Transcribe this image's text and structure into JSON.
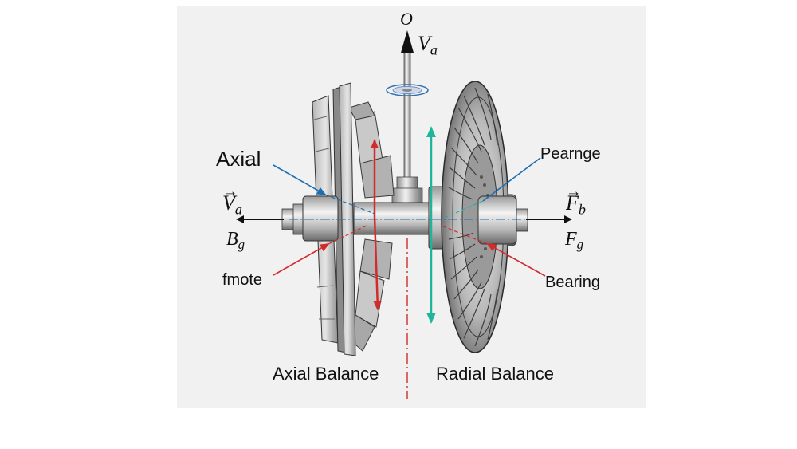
{
  "labels": {
    "top_point": "O",
    "top_velocity_main": "V",
    "top_velocity_sub": "a",
    "left_vector_main": "V",
    "left_vector_sub": "a",
    "left_force_main": "B",
    "left_force_sub": "g",
    "right_vector_main": "F",
    "right_vector_sub": "b",
    "right_force_main": "F",
    "right_force_sub": "g",
    "axial": "Axial",
    "fmote": "fmote",
    "pearnge": "Pearnge",
    "bearing": "Bearing",
    "axial_balance": "Axial Balance",
    "radial_balance": "Radial Balance"
  },
  "colors": {
    "background": "#f1f1f1",
    "red_arrow": "#d42a2a",
    "blue_arrow": "#1f6fb0",
    "teal_arrow": "#1fb59a",
    "metal_light": "#d8d8d8",
    "metal_dark": "#5a5a5a"
  }
}
